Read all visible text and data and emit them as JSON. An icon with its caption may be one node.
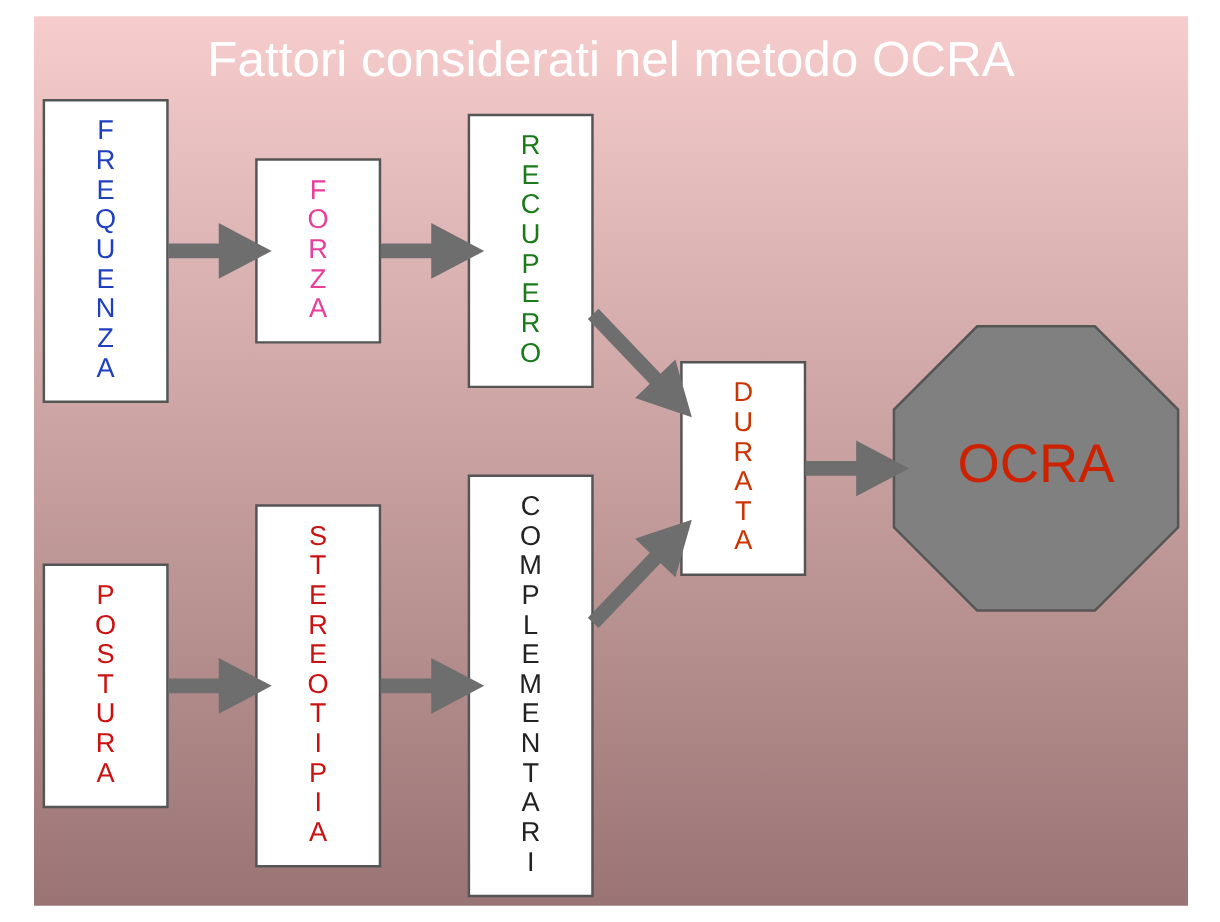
{
  "diagram": {
    "title": "Fattori considerati nel metodo OCRA",
    "nodes": [
      {
        "text": [
          "FREQUENZA"
        ]
      },
      {
        "text": [
          "FORZA"
        ]
      },
      {
        "text": [
          "RECUPERO"
        ]
      },
      {
        "text": [
          "POSTURA"
        ]
      },
      {
        "text": [
          "STEREOTIPIA"
        ]
      },
      {
        "text": [
          "COMPLEMENTARI"
        ]
      },
      {
        "text": [
          "DURATA"
        ]
      },
      {
        "text": [
          "OCRA"
        ]
      }
    ],
    "edges": [
      {
        "from": 0,
        "to": 1,
        "arrow": "to"
      },
      {
        "from": 1,
        "to": 2,
        "arrow": "to"
      },
      {
        "from": 2,
        "to": 6,
        "arrow": "to"
      },
      {
        "from": 3,
        "to": 4,
        "arrow": "to"
      },
      {
        "from": 4,
        "to": 5,
        "arrow": "to"
      },
      {
        "from": 5,
        "to": 6,
        "arrow": "to"
      },
      {
        "from": 6,
        "to": 7,
        "arrow": "to"
      }
    ]
  }
}
